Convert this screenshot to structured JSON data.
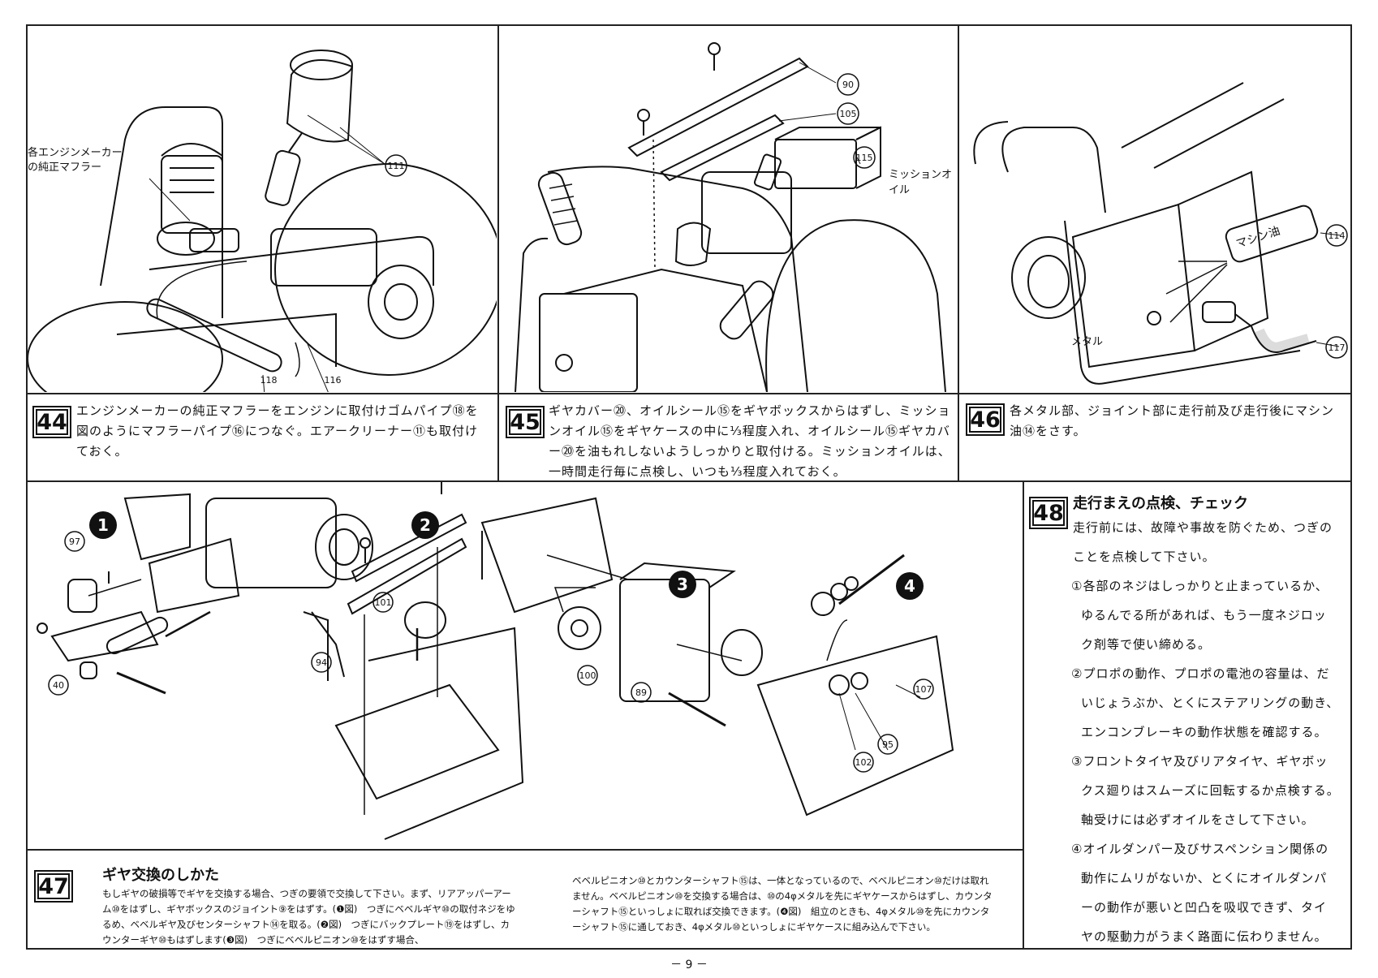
{
  "page_number": "－ 9 －",
  "steps": {
    "s44": {
      "number": "44",
      "text": "エンジンメーカーの純正マフラーをエンジンに取付けゴムパイプ⑱を図のようにマフラーパイプ⑯につなぐ。エアークリーナー⑪も取付けておく。",
      "callouts": {
        "muffler": "各エンジンメーカー\nの純正マフラー",
        "c111": "111",
        "c118": "118",
        "c116": "116"
      }
    },
    "s45": {
      "number": "45",
      "text": "ギヤカバー⑳、オイルシール⑮をギヤボックスからはずし、ミッションオイル⑮をギヤケースの中に⅓程度入れ、オイルシール⑮ギヤカバー⑳を油もれしないようしっかりと取付ける。ミッションオイルは、一時間走行毎に点検し、いつも⅓程度入れておく。",
      "callouts": {
        "c90": "90",
        "c105": "105",
        "c115": "115",
        "oil": "ミッションオイル"
      }
    },
    "s46": {
      "number": "46",
      "text": "各メタル部、ジョイント部に走行前及び走行後にマシン油⑭をさす。",
      "callouts": {
        "c114": "114",
        "c117": "117",
        "machine_oil": "マシン油",
        "metal": "メタル"
      }
    },
    "s47": {
      "number": "47",
      "title": "ギヤ交換のしかた",
      "text_left": "もしギヤの破損等でギヤを交換する場合、つぎの要領で交換して下さい。まず、リアアッパーアーム⑩をはずし、ギヤボックスのジョイント⑨をはずす。(❶図)　つぎにベベルギヤ⑩の取付ネジをゆるめ、ベベルギヤ及びセンターシャフト⑭を取る。(❷図)　つぎにバックプレート⑲をはずし、カウンターギヤ⑩もはずします(❸図)　つぎにベベルピニオン⑩をはずす場合、",
      "text_right": "ベベルピニオン⑩とカウンターシャフト⑮は、一体となっているので、ベベルピニオン⑩だけは取れません。ベベルピニオン⑩を交換する場合は、⑩の4φメタルを先にギヤケースからはずし、カウンターシャフト⑮といっしょに取れば交換できます。(❹図)　組立のときも、4φメタル⑩を先にカウンターシャフト⑮に通しておき、4φメタル⑩といっしょにギヤケースに組み込んで下さい。",
      "sub_figures": [
        "1",
        "2",
        "3",
        "4"
      ],
      "callouts": {
        "c97": "97",
        "c40": "40",
        "c94": "94",
        "c101": "101",
        "c100": "100",
        "c89": "89",
        "c107": "107",
        "c102": "102",
        "c95": "95"
      }
    },
    "s48": {
      "number": "48",
      "title": "走行まえの点検、チェック",
      "intro": "走行前には、故障や事故を防ぐため、つぎの",
      "intro2": "ことを点検して下さい。",
      "items": [
        [
          "①各部のネジはしっかりと止まっているか、",
          "ゆるんでる所があれば、もう一度ネジロッ",
          "ク剤等で使い締める。"
        ],
        [
          "②プロポの動作、プロポの電池の容量は、だ",
          "いじょうぶか、とくにステアリングの動き、",
          "エンコンブレーキの動作状態を確認する。"
        ],
        [
          "③フロントタイヤ及びリアタイヤ、ギヤボッ",
          "クス廻りはスムーズに回転するか点検する。",
          "軸受けには必ずオイルをさして下さい。"
        ],
        [
          "④オイルダンパー及びサスペンション関係の",
          "動作にムリがないか、とくにオイルダンパ",
          "ーの動作が悪いと凹凸を吸収できず、タイ",
          "ヤの駆動力がうまく路面に伝わりません。"
        ]
      ]
    }
  }
}
